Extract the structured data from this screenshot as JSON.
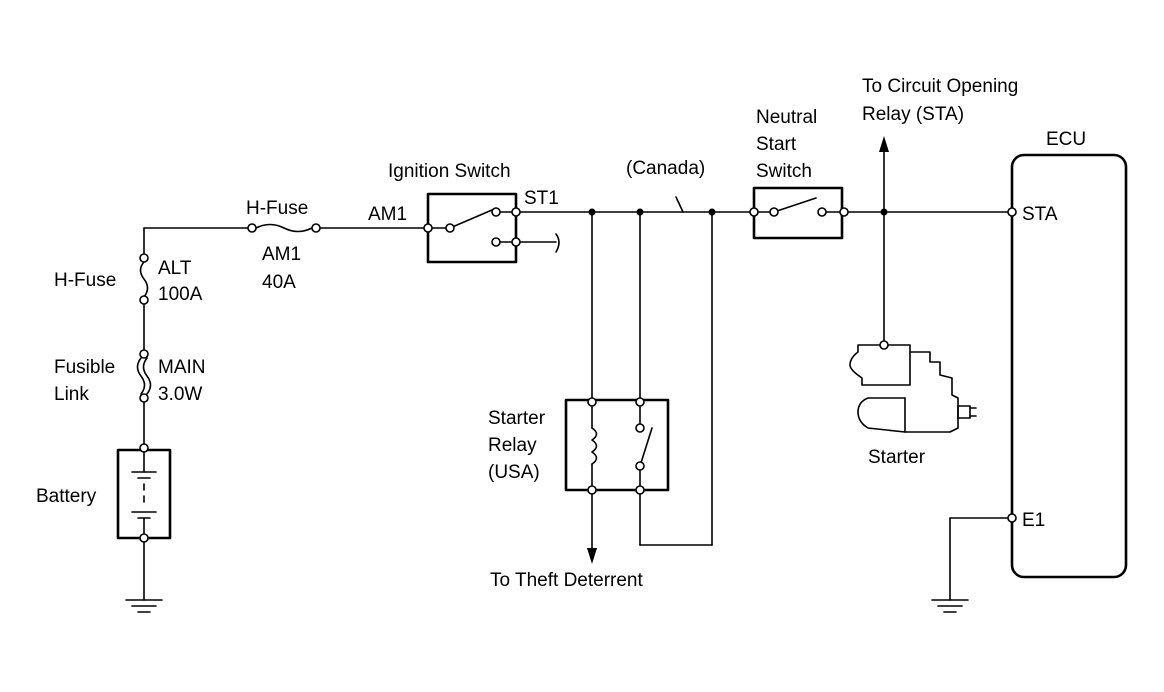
{
  "labels": {
    "to_circuit_opening_1": "To Circuit Opening",
    "to_circuit_opening_2": "Relay (STA)",
    "ecu": "ECU",
    "neutral_1": "Neutral",
    "neutral_2": "Start",
    "neutral_3": "Switch",
    "ignition_switch": "Ignition Switch",
    "canada": "(Canada)",
    "st1": "ST1",
    "am1_terminal": "AM1",
    "hfuse_top": "H-Fuse",
    "am1_fuse": "AM1",
    "am1_rating": "40A",
    "hfuse_left": "H-Fuse",
    "alt": "ALT",
    "alt_rating": "100A",
    "fusible_1": "Fusible",
    "fusible_2": "Link",
    "main": "MAIN",
    "main_rating": "3.0W",
    "battery": "Battery",
    "starter_relay_1": "Starter",
    "starter_relay_2": "Relay",
    "starter_relay_3": "(USA)",
    "to_theft": "To Theft Deterrent",
    "starter": "Starter",
    "sta": "STA",
    "e1": "E1"
  }
}
